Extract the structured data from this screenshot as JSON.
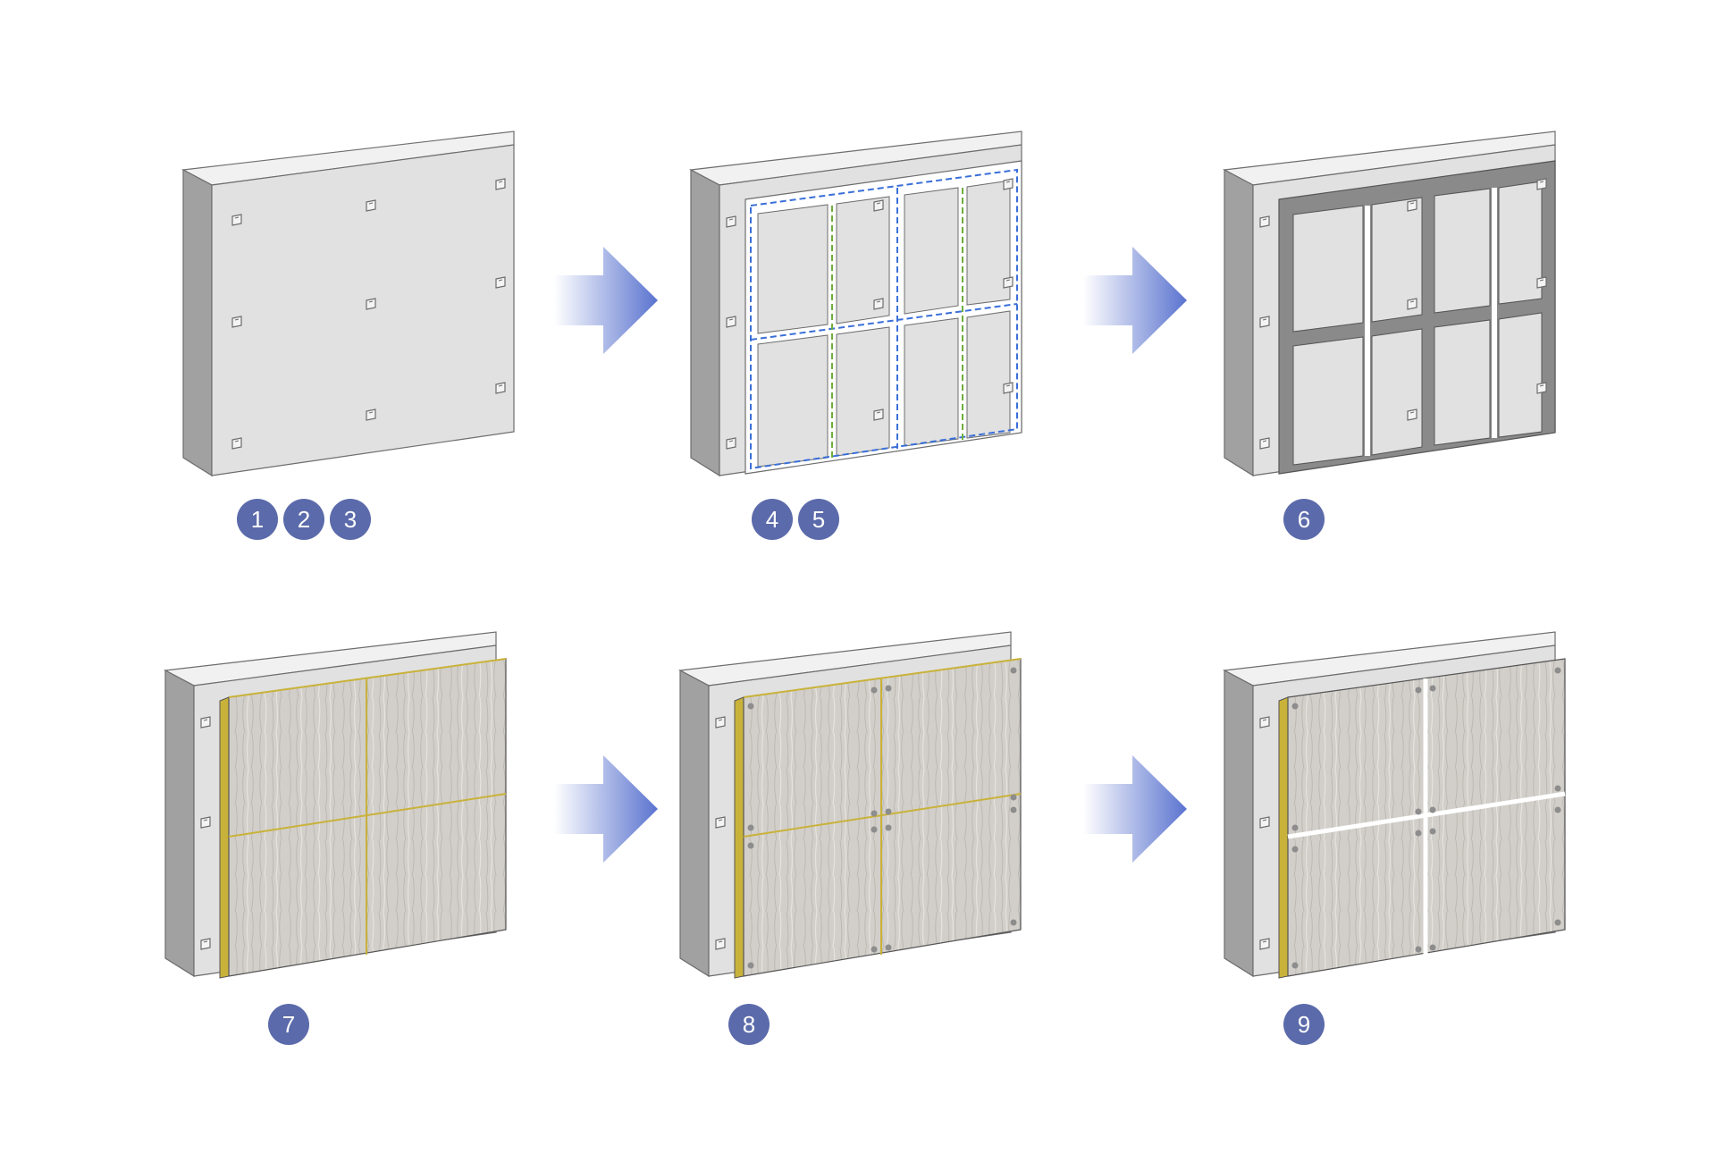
{
  "colors": {
    "badge": "#5b6aaa",
    "arrow_start": "#ffffff",
    "arrow_end": "#5a73cf",
    "wall_front": "#e1e1e1",
    "wall_side": "#a1a1a1",
    "wall_top": "#f1f1f1",
    "frame_metal": "#8a8a8a",
    "insulation": "#c9b23a",
    "panel_wood": "#d2cfca",
    "dash_blue": "#3a6fd8",
    "dash_green": "#6fae3e"
  },
  "steps": [
    {
      "id": "step-1-2-3",
      "stage": "wall-with-brackets",
      "badges": [
        "1",
        "2",
        "3"
      ]
    },
    {
      "id": "step-4-5",
      "stage": "frame-outline",
      "badges": [
        "4",
        "5"
      ]
    },
    {
      "id": "step-6",
      "stage": "metal-frame",
      "badges": [
        "6"
      ]
    },
    {
      "id": "step-7",
      "stage": "panels-installed",
      "badges": [
        "7"
      ]
    },
    {
      "id": "step-8",
      "stage": "panels-fastened",
      "badges": [
        "8"
      ]
    },
    {
      "id": "step-9",
      "stage": "joints-sealed",
      "badges": [
        "9"
      ]
    }
  ],
  "arrows": [
    {
      "id": "arrow-1",
      "icon": "right-arrow-icon"
    },
    {
      "id": "arrow-2",
      "icon": "right-arrow-icon"
    },
    {
      "id": "arrow-3",
      "icon": "right-arrow-icon"
    },
    {
      "id": "arrow-4",
      "icon": "right-arrow-icon"
    }
  ]
}
